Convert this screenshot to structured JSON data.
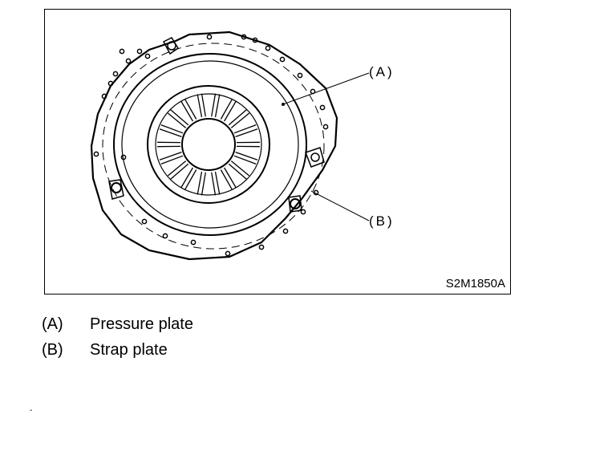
{
  "figure": {
    "code": "S2M1850A",
    "callouts": [
      {
        "key": "A",
        "label": "(A)"
      },
      {
        "key": "B",
        "label": "(B)"
      }
    ]
  },
  "legend": [
    {
      "key": "(A)",
      "text": "Pressure plate"
    },
    {
      "key": "(B)",
      "text": "Strap plate"
    }
  ],
  "stray_mark": "-"
}
